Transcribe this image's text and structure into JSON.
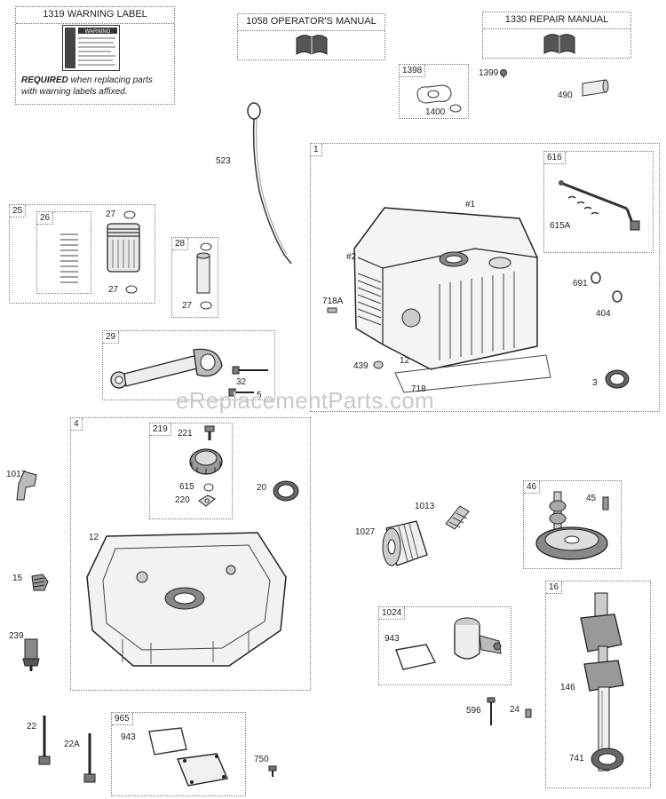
{
  "watermark": "eReplacementParts.com",
  "warning_label": {
    "title": "1319 WARNING LABEL",
    "required": "REQUIRED",
    "required_rest": " when replacing parts",
    "line2": "with warning labels affixed.",
    "sticker_heading": "WARNING"
  },
  "manuals": {
    "operators": "1058 OPERATOR'S MANUAL",
    "repair": "1330 REPAIR MANUAL"
  },
  "groups": {
    "g1": "1",
    "g4": "4",
    "g16": "16",
    "g25": "25",
    "g26": "26",
    "g28": "28",
    "g29": "29",
    "g46": "46",
    "g219": "219",
    "g616": "616",
    "g965": "965",
    "g1024": "1024",
    "g1398": "1398"
  },
  "labels": {
    "p1399": "1399",
    "p1400": "1400",
    "p490": "490",
    "p523": "523",
    "p27a": "27",
    "p27b": "27",
    "p27c": "27",
    "p28": "28",
    "p32": "32",
    "p5": "5",
    "h1": "#1",
    "h2": "#2",
    "p718A": "718A",
    "p12a": "12",
    "p439": "439",
    "p718": "718",
    "p3": "3",
    "p615A": "615A",
    "p691": "691",
    "p404": "404",
    "p221": "221",
    "p615": "615",
    "p220": "220",
    "p20": "20",
    "p1017": "1017",
    "p12b": "12",
    "p15": "15",
    "p239": "239",
    "p22": "22",
    "p22A": "22A",
    "p943a": "943",
    "p750": "750",
    "p1013": "1013",
    "p1027": "1027",
    "p943b": "943",
    "p596": "596",
    "p24": "24",
    "p45": "45",
    "p146": "146",
    "p741": "741"
  }
}
